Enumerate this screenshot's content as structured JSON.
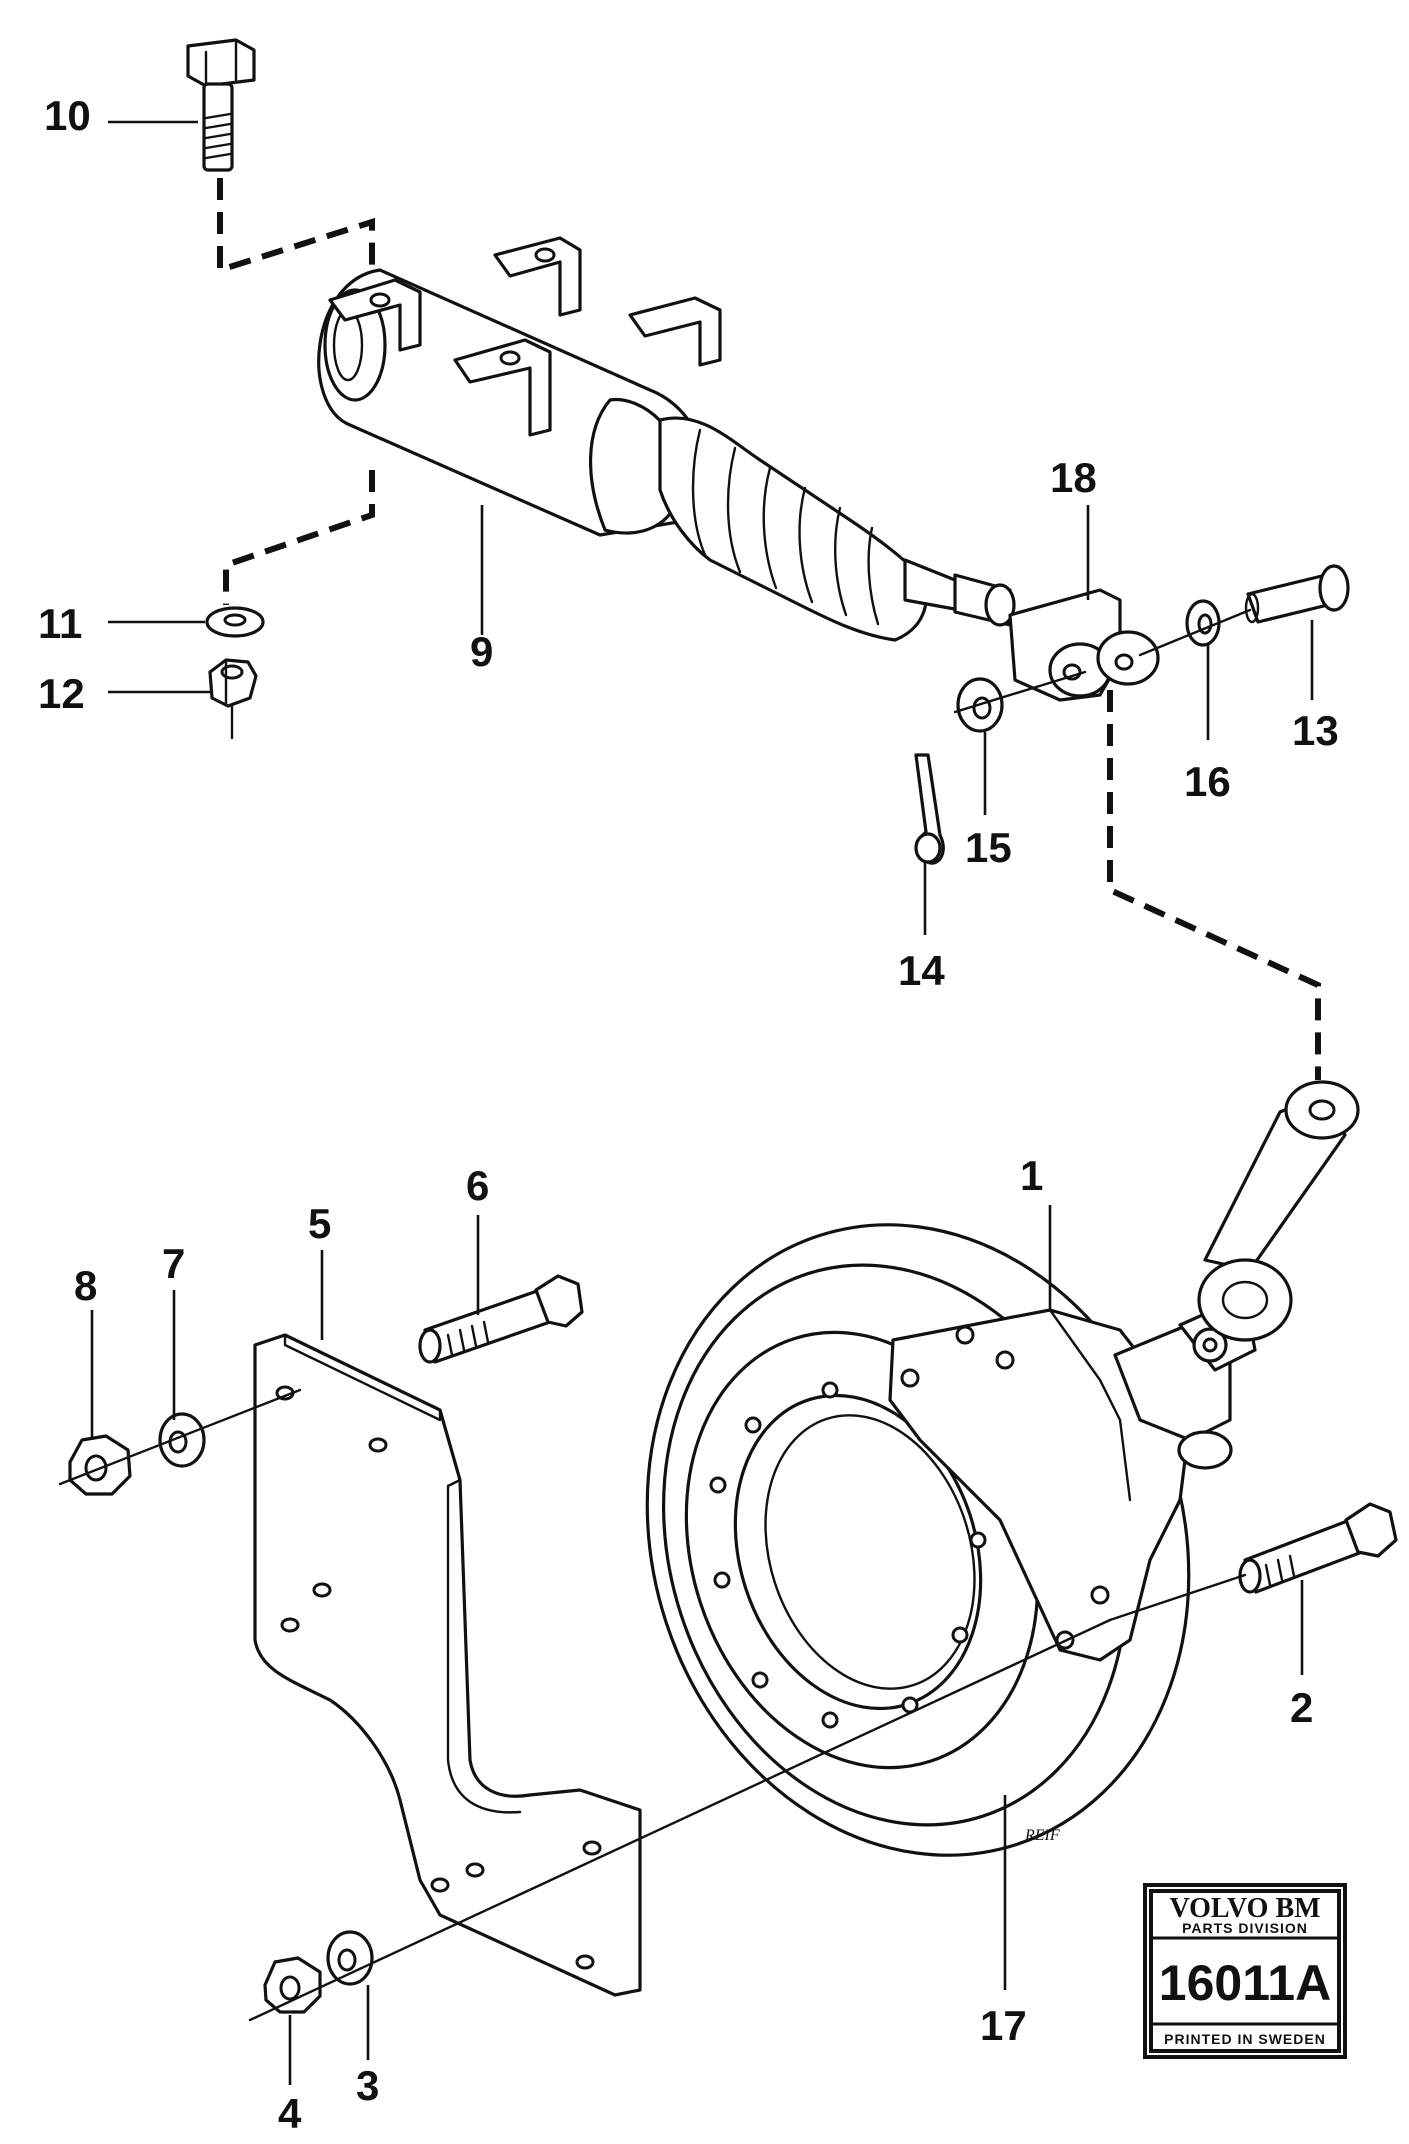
{
  "callouts": {
    "c1": "1",
    "c2": "2",
    "c3": "3",
    "c4": "4",
    "c5": "5",
    "c6": "6",
    "c7": "7",
    "c8": "8",
    "c9": "9",
    "c10": "10",
    "c11": "11",
    "c12": "12",
    "c13": "13",
    "c14": "14",
    "c15": "15",
    "c16": "16",
    "c17": "17",
    "c18": "18"
  },
  "stamp": {
    "brand": "VOLVO BM",
    "division": "PARTS DIVISION",
    "number": "16011A",
    "printed": "PRINTED IN SWEDEN"
  },
  "signature": "REIF"
}
